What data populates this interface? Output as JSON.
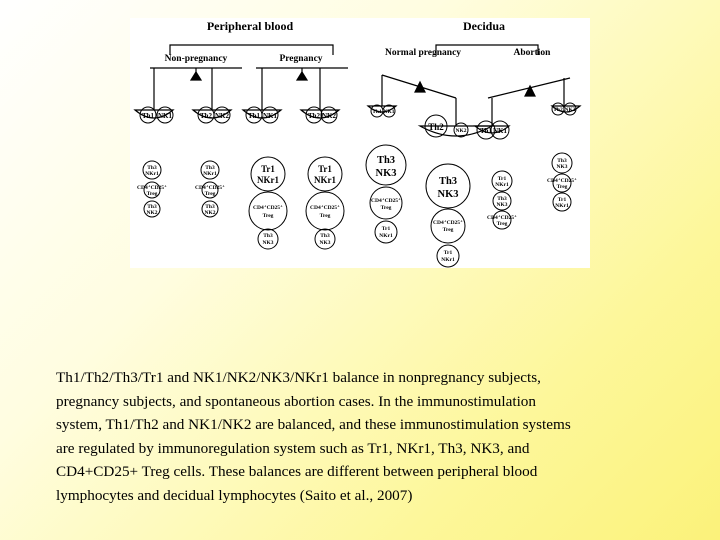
{
  "figure": {
    "headers": {
      "peripheral": "Peripheral blood",
      "decidua": "Decidua"
    },
    "groups": {
      "non_pregnancy": "Non-pregnancy",
      "pregnancy": "Pregnancy",
      "normal_pregnancy": "Normal pregnancy",
      "abortion": "Abortion"
    },
    "cells": {
      "th1": "Th1",
      "th2": "Th2",
      "nk1": "NK1",
      "nk2": "NK2",
      "th3": "Th3",
      "nk3": "NK3",
      "tr1": "Tr1",
      "nkr1": "NKr1",
      "cd4": "CD4⁺CD25⁺",
      "treg": "Treg"
    }
  },
  "caption": "Th1/Th2/Th3/Tr1 and NK1/NK2/NK3/NKr1 balance in nonpregnancy subjects,\npregnancy subjects, and spontaneous abortion cases. In the immunostimulation\nsystem, Th1/Th2 and NK1/NK2 are balanced, and these immunostimulation systems\nare regulated by immunoregulation system such as Tr1, NKr1, Th3, NK3, and\nCD4+CD25+ Treg cells. These balances are different between peripheral blood\nlymphocytes and decidual lymphocytes  (Saito et al., 2007)"
}
